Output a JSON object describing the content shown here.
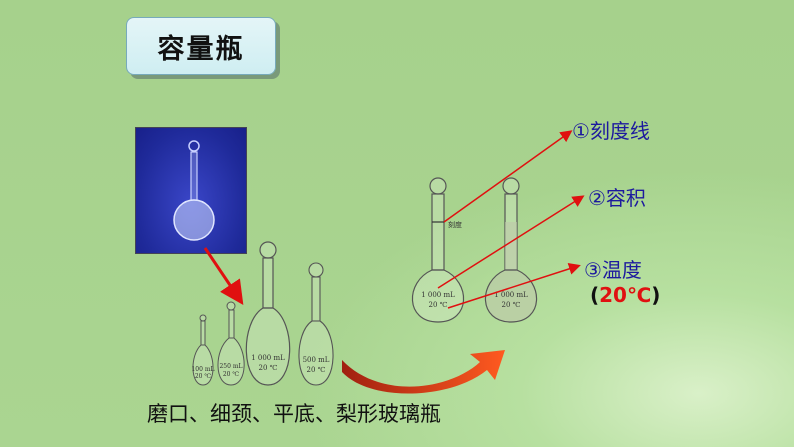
{
  "title": "容量瓶",
  "labels": {
    "scale_line": "①刻度线",
    "volume": "②容积",
    "temperature": "③温度",
    "temperature_value_open": "(",
    "temperature_value": "20℃",
    "temperature_value_close": ")"
  },
  "flask_marks": {
    "mark_text": "刻度",
    "big_volume": "1 000 mL",
    "temp": "20 ℃",
    "f1": "100 mL",
    "f2": "250 mL",
    "f3": "1 000 mL",
    "f4": "500 mL"
  },
  "caption": "磨口、细颈、平底、梨形玻璃瓶",
  "colors": {
    "background": "#a9d58f",
    "label_blue": "#1d1a9e",
    "pointer_red": "#e01010",
    "arrow_red": "#d83010"
  }
}
